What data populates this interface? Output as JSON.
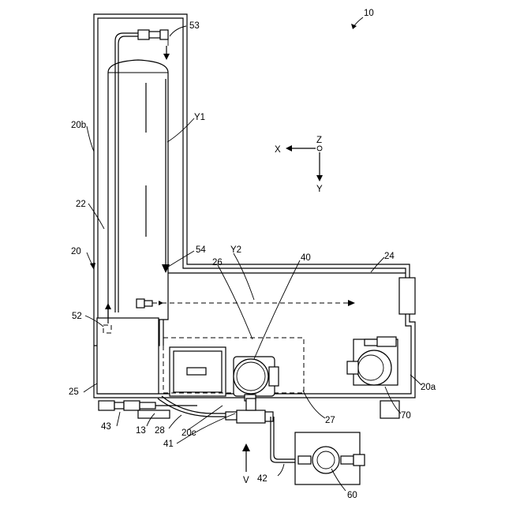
{
  "labels": {
    "l10": "10",
    "l53": "53",
    "l20b": "20b",
    "lY1": "Y1",
    "l22": "22",
    "l20": "20",
    "l54": "54",
    "lY2": "Y2",
    "l26": "26",
    "l40": "40",
    "l24": "24",
    "l52": "52",
    "l25": "25",
    "l20a": "20a",
    "l43": "43",
    "l13": "13",
    "l28": "28",
    "l20c": "20c",
    "l41": "41",
    "l27": "27",
    "l70": "70",
    "l42": "42",
    "l60": "60",
    "lV": "V",
    "axisX": "X",
    "axisY": "Y",
    "axisZ": "Z"
  }
}
